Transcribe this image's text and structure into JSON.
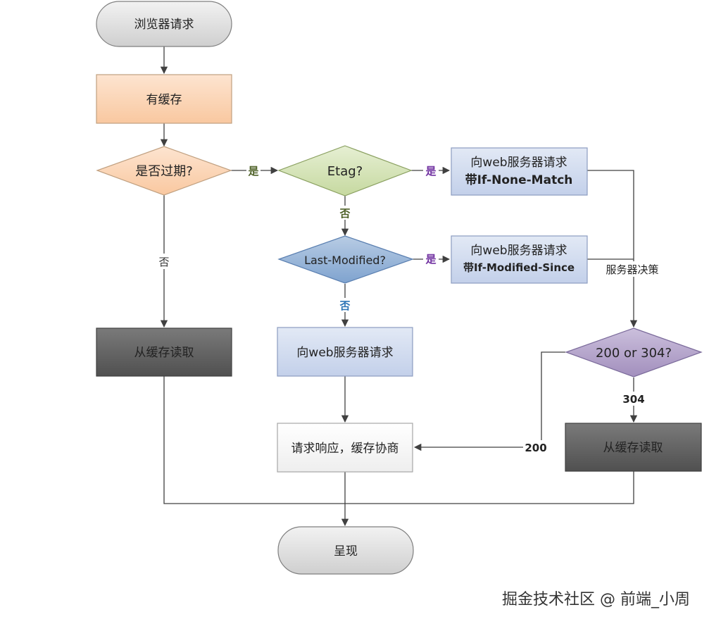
{
  "nodes": {
    "start": "浏览器请求",
    "has_cache": "有缓存",
    "expired": "是否过期?",
    "etag": "Etag?",
    "if_none_match_line1": "向web服务器请求",
    "if_none_match_line2": "带If-None-Match",
    "last_modified": "Last-Modified?",
    "if_modified_since_line1": "向web服务器请求",
    "if_modified_since_line2": "带If-Modified-Since",
    "read_cache_left": "从缓存读取",
    "request_server": "向web服务器请求",
    "response_negotiate": "请求响应，缓存协商",
    "status_check": "200 or 304?",
    "read_cache_right": "从缓存读取",
    "render": "呈现"
  },
  "edge_labels": {
    "expired_yes": "是",
    "expired_no": "否",
    "etag_yes": "是",
    "etag_no": "否",
    "lastmod_yes": "是",
    "lastmod_no": "否",
    "server_decision": "服务器决策",
    "status_304": "304",
    "status_200": "200"
  },
  "colors": {
    "gray_fill": "#d9d9d9",
    "peach_fill": "#fbd5b5",
    "green_fill": "#d7e4bd",
    "blue_fill": "#95b3d7",
    "lavender_fill": "#ccd7ee",
    "dark_fill": "#595959",
    "purple_fill": "#b3a2c7",
    "green_label": "#4f6228",
    "purple_label": "#7030a0",
    "blue_label": "#2e75b6"
  },
  "watermark": "掘金技术社区 @ 前端_小周"
}
